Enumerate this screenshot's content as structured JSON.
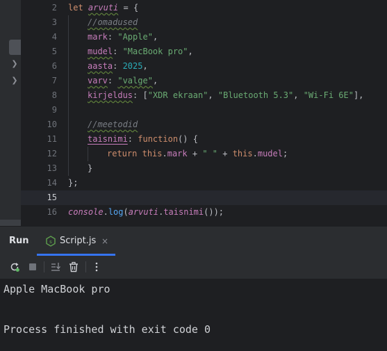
{
  "editor": {
    "line_numbers": [
      "2",
      "3",
      "4",
      "5",
      "6",
      "7",
      "8",
      "9",
      "10",
      "11",
      "12",
      "13",
      "14",
      "15",
      "16"
    ],
    "current_line": "15",
    "lines": {
      "l2": {
        "kw": "let",
        "name": "arvuti",
        "rest": " = {"
      },
      "l3": {
        "comment": "//omadused"
      },
      "l4": {
        "key": "mark",
        "sep": ": ",
        "val": "\"Apple\"",
        "end": ","
      },
      "l5": {
        "key": "mudel",
        "sep": ": ",
        "val": "\"MacBook pro\"",
        "end": ","
      },
      "l6": {
        "key": "aasta",
        "sep": ": ",
        "val": "2025",
        "end": ","
      },
      "l7": {
        "key": "varv",
        "sep": ": ",
        "val": "\"valge\"",
        "end": ","
      },
      "l8": {
        "key": "kirjeldus",
        "sep": ": [",
        "v1": "\"XDR ekraan\"",
        "c1": ", ",
        "v2": "\"Bluetooth 5.3\"",
        "c2": ", ",
        "v3": "\"Wi-Fi 6E\"",
        "end": "],"
      },
      "l10": {
        "comment": "//meetodid"
      },
      "l11": {
        "key": "taisnimi",
        "sep": ": ",
        "kw": "function",
        "end": "() {"
      },
      "l12": {
        "kw": "return",
        "sp1": " ",
        "this1": "this",
        "dot1": ".",
        "p1": "mark",
        "plus1": " + ",
        "str": "\" \"",
        "plus2": " + ",
        "this2": "this",
        "dot2": ".",
        "p2": "mudel",
        "end": ";"
      },
      "l13": {
        "text": "}"
      },
      "l14": {
        "text": "};"
      },
      "l16": {
        "obj": "console",
        "dot": ".",
        "meth": "log",
        "open": "(",
        "arg": "arvuti",
        "dot2": ".",
        "prop": "taisnimi",
        "close": "());"
      }
    }
  },
  "run": {
    "title": "Run",
    "tab_label": "Script.js",
    "tab_close": "×",
    "icons": [
      "rerun-icon",
      "stop-icon",
      "scroll-to-end-icon",
      "clear-icon",
      "more-icon"
    ]
  },
  "console": {
    "output": "Apple MacBook pro",
    "exit_message": "Process finished with exit code 0"
  },
  "colors": {
    "accent": "#3574f0",
    "keyword": "#cf8e6d",
    "string": "#6aab73",
    "number": "#2aacb8",
    "property": "#c77dbb",
    "function": "#56a8f5"
  }
}
